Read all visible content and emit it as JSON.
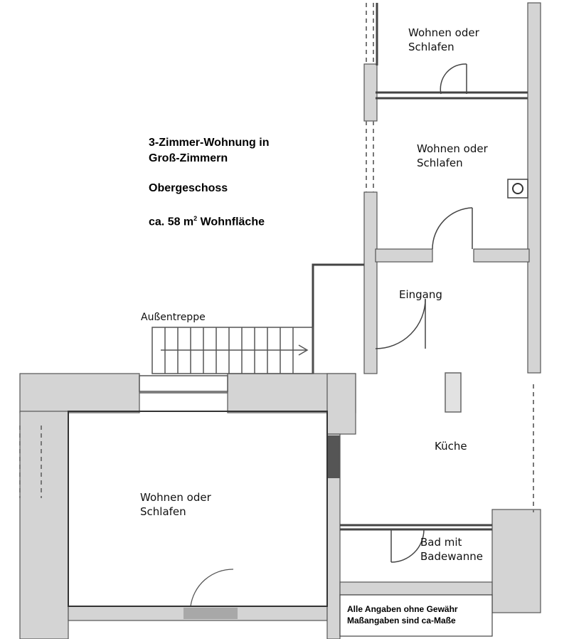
{
  "info": {
    "title_line1": "3-Zimmer-Wohnung in",
    "title_line2": "Groß-Zimmern",
    "floor": "Obergeschoss",
    "area_value": "ca. 58 m",
    "area_sup": "2",
    "area_suffix": " Wohnfläche"
  },
  "rooms": {
    "top_room_line1": "Wohnen oder",
    "top_room_line2": "Schlafen",
    "middle_room_line1": "Wohnen oder",
    "middle_room_line2": "Schlafen",
    "entrance": "Eingang",
    "stairs": "Außentreppe",
    "kitchen": "Küche",
    "bottom_room_line1": "Wohnen oder",
    "bottom_room_line2": "Schlafen",
    "bath_line1": "Bad mit",
    "bath_line2": "Badewanne"
  },
  "disclaimer": {
    "line1": "Alle Angaben ohne Gewähr",
    "line2": "Maßangaben sind ca-Maße"
  },
  "colors": {
    "wall": "#d3d3d3",
    "wall_line": "#444444",
    "background": "#ffffff"
  }
}
